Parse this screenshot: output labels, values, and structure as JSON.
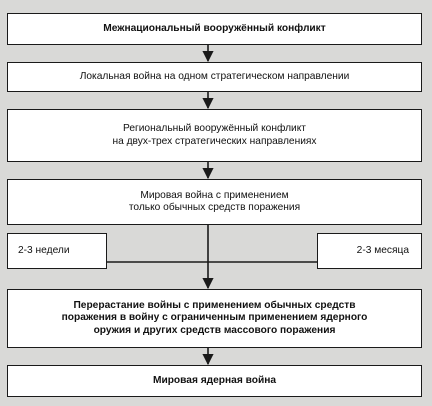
{
  "diagram": {
    "nodes": [
      {
        "id": "n1",
        "lines": [
          "Межнациональный вооружённый конфликт"
        ],
        "bold": true
      },
      {
        "id": "n2",
        "lines": [
          "Локальная война на одном стратегическом направлении"
        ],
        "bold": false
      },
      {
        "id": "n3",
        "lines": [
          "Региональный вооружённый конфликт",
          "на двух-трех стратегических направлениях"
        ],
        "bold": false
      },
      {
        "id": "n4",
        "lines": [
          "Мировая война с применением",
          "только обычных средств поражения"
        ],
        "bold": false
      },
      {
        "id": "n5",
        "lines": [
          "Перерастание войны с применением обычных средств",
          "поражения в войну с ограниченным применением ядерного",
          "оружия и других средств массового поражения"
        ],
        "bold": true
      },
      {
        "id": "n6",
        "lines": [
          "Мировая ядерная война"
        ],
        "bold": true
      }
    ],
    "side_labels": {
      "left": "2-3 недели",
      "right": "2-3 месяца"
    },
    "edges": [
      {
        "from": "n1",
        "to": "n2"
      },
      {
        "from": "n2",
        "to": "n3"
      },
      {
        "from": "n3",
        "to": "n4"
      },
      {
        "from": "n4",
        "to": "n5"
      },
      {
        "from": "n5",
        "to": "n6"
      }
    ],
    "colors": {
      "line": "#1a1a1a",
      "box": "#ffffff",
      "background": "#d9d9d7"
    }
  }
}
